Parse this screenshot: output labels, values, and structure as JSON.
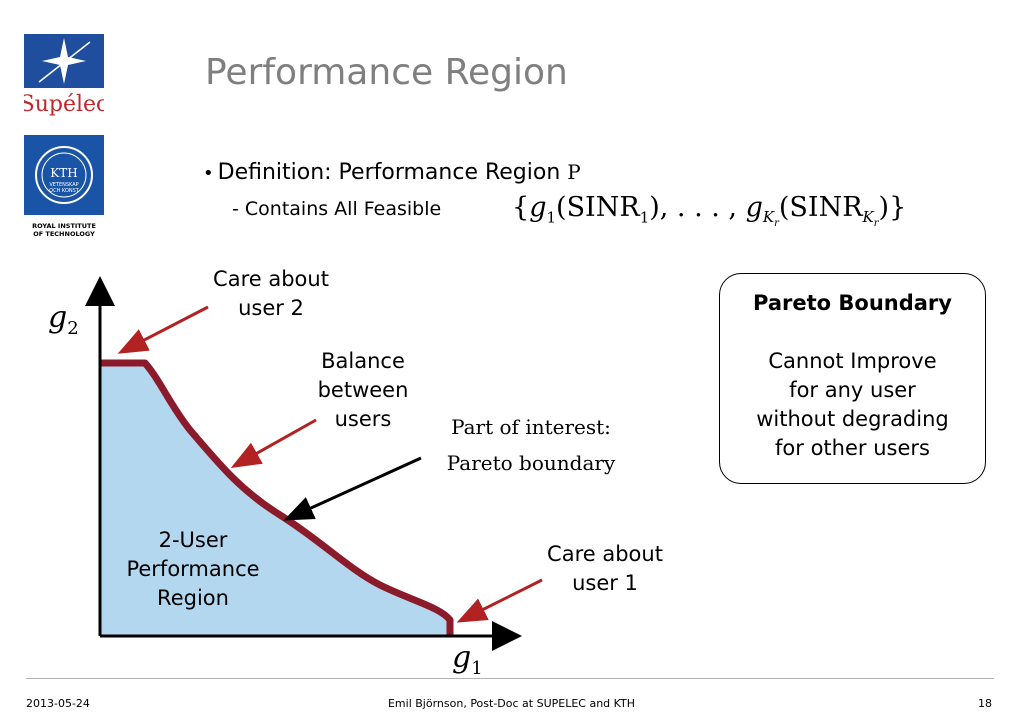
{
  "slide": {
    "title": "Performance Region",
    "bullet": "Definition: Performance Region",
    "bullet_symbol": "P",
    "sub_bullet": "- Contains All Feasible"
  },
  "logos": {
    "supelec": "Supélec",
    "kth_text": "KTH",
    "kth_sub1": "VETENSKAP",
    "kth_sub2": "OCH KONST",
    "kth_caption_line1": "ROYAL INSTITUTE",
    "kth_caption_line2": "OF TECHNOLOGY"
  },
  "figure": {
    "y_axis": "g",
    "y_axis_sub": "2",
    "x_axis": "g",
    "x_axis_sub": "1",
    "care_user2": [
      "Care about",
      "user 2"
    ],
    "balance": [
      "Balance",
      "between",
      "users"
    ],
    "interest": [
      "Part of interest:",
      "Pareto boundary"
    ],
    "region": [
      "2-User",
      "Performance",
      "Region"
    ],
    "care_user1": [
      "Care about",
      "user 1"
    ]
  },
  "pareto_box": {
    "heading": "Pareto Boundary",
    "body": [
      "Cannot Improve",
      "for any user",
      "without degrading",
      "for other users"
    ]
  },
  "footer": {
    "date": "2013-05-24",
    "author": "Emil Björnson, Post-Doc at SUPELEC and KTH",
    "page": "18"
  },
  "colors": {
    "title": "#7f7f7f",
    "region_fill": "#b3d7ef",
    "boundary": "#8b1a2b",
    "arrow_red": "#b22222",
    "supelec_blue": "#1f4e9e",
    "kth_blue": "#1954a6"
  }
}
